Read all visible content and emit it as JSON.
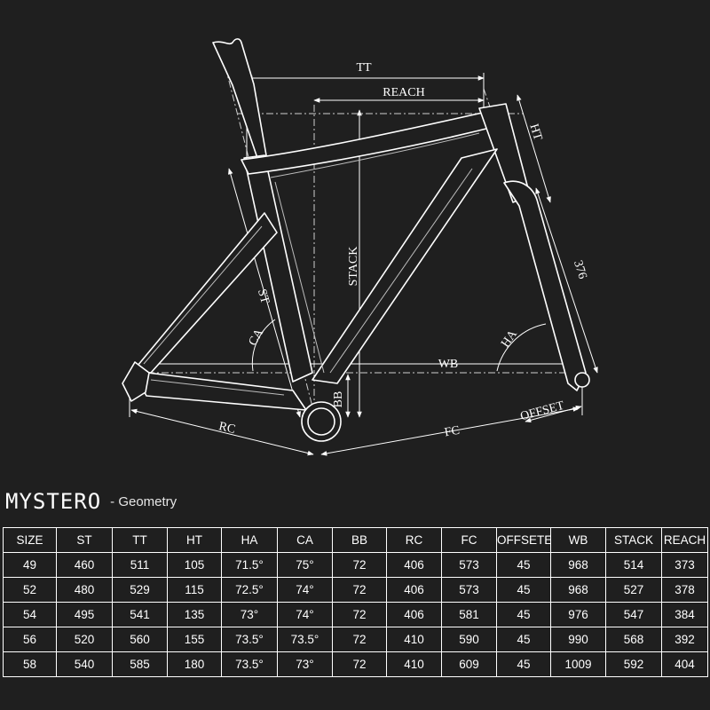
{
  "diagram": {
    "labels": {
      "tt": "TT",
      "reach": "REACH",
      "ht": "HT",
      "stack": "STACK",
      "fork_length": "376",
      "st": "ST",
      "ca": "CA",
      "ha": "HA",
      "wb": "WB",
      "bb": "BB",
      "rc": "RC",
      "fc": "FC",
      "offset": "OFFSET"
    }
  },
  "brand": {
    "name": "MYSTERO",
    "subtitle": "- Geometry"
  },
  "table": {
    "headers": [
      "SIZE",
      "ST",
      "TT",
      "HT",
      "HA",
      "CA",
      "BB",
      "RC",
      "FC",
      "OFFSETE",
      "WB",
      "STACK",
      "REACH"
    ],
    "rows": [
      [
        "49",
        "460",
        "511",
        "105",
        "71.5°",
        "75°",
        "72",
        "406",
        "573",
        "45",
        "968",
        "514",
        "373"
      ],
      [
        "52",
        "480",
        "529",
        "115",
        "72.5°",
        "74°",
        "72",
        "406",
        "573",
        "45",
        "968",
        "527",
        "378"
      ],
      [
        "54",
        "495",
        "541",
        "135",
        "73°",
        "74°",
        "72",
        "406",
        "581",
        "45",
        "976",
        "547",
        "384"
      ],
      [
        "56",
        "520",
        "560",
        "155",
        "73.5°",
        "73.5°",
        "72",
        "410",
        "590",
        "45",
        "990",
        "568",
        "392"
      ],
      [
        "58",
        "540",
        "585",
        "180",
        "73.5°",
        "73°",
        "72",
        "410",
        "609",
        "45",
        "1009",
        "592",
        "404"
      ]
    ]
  }
}
